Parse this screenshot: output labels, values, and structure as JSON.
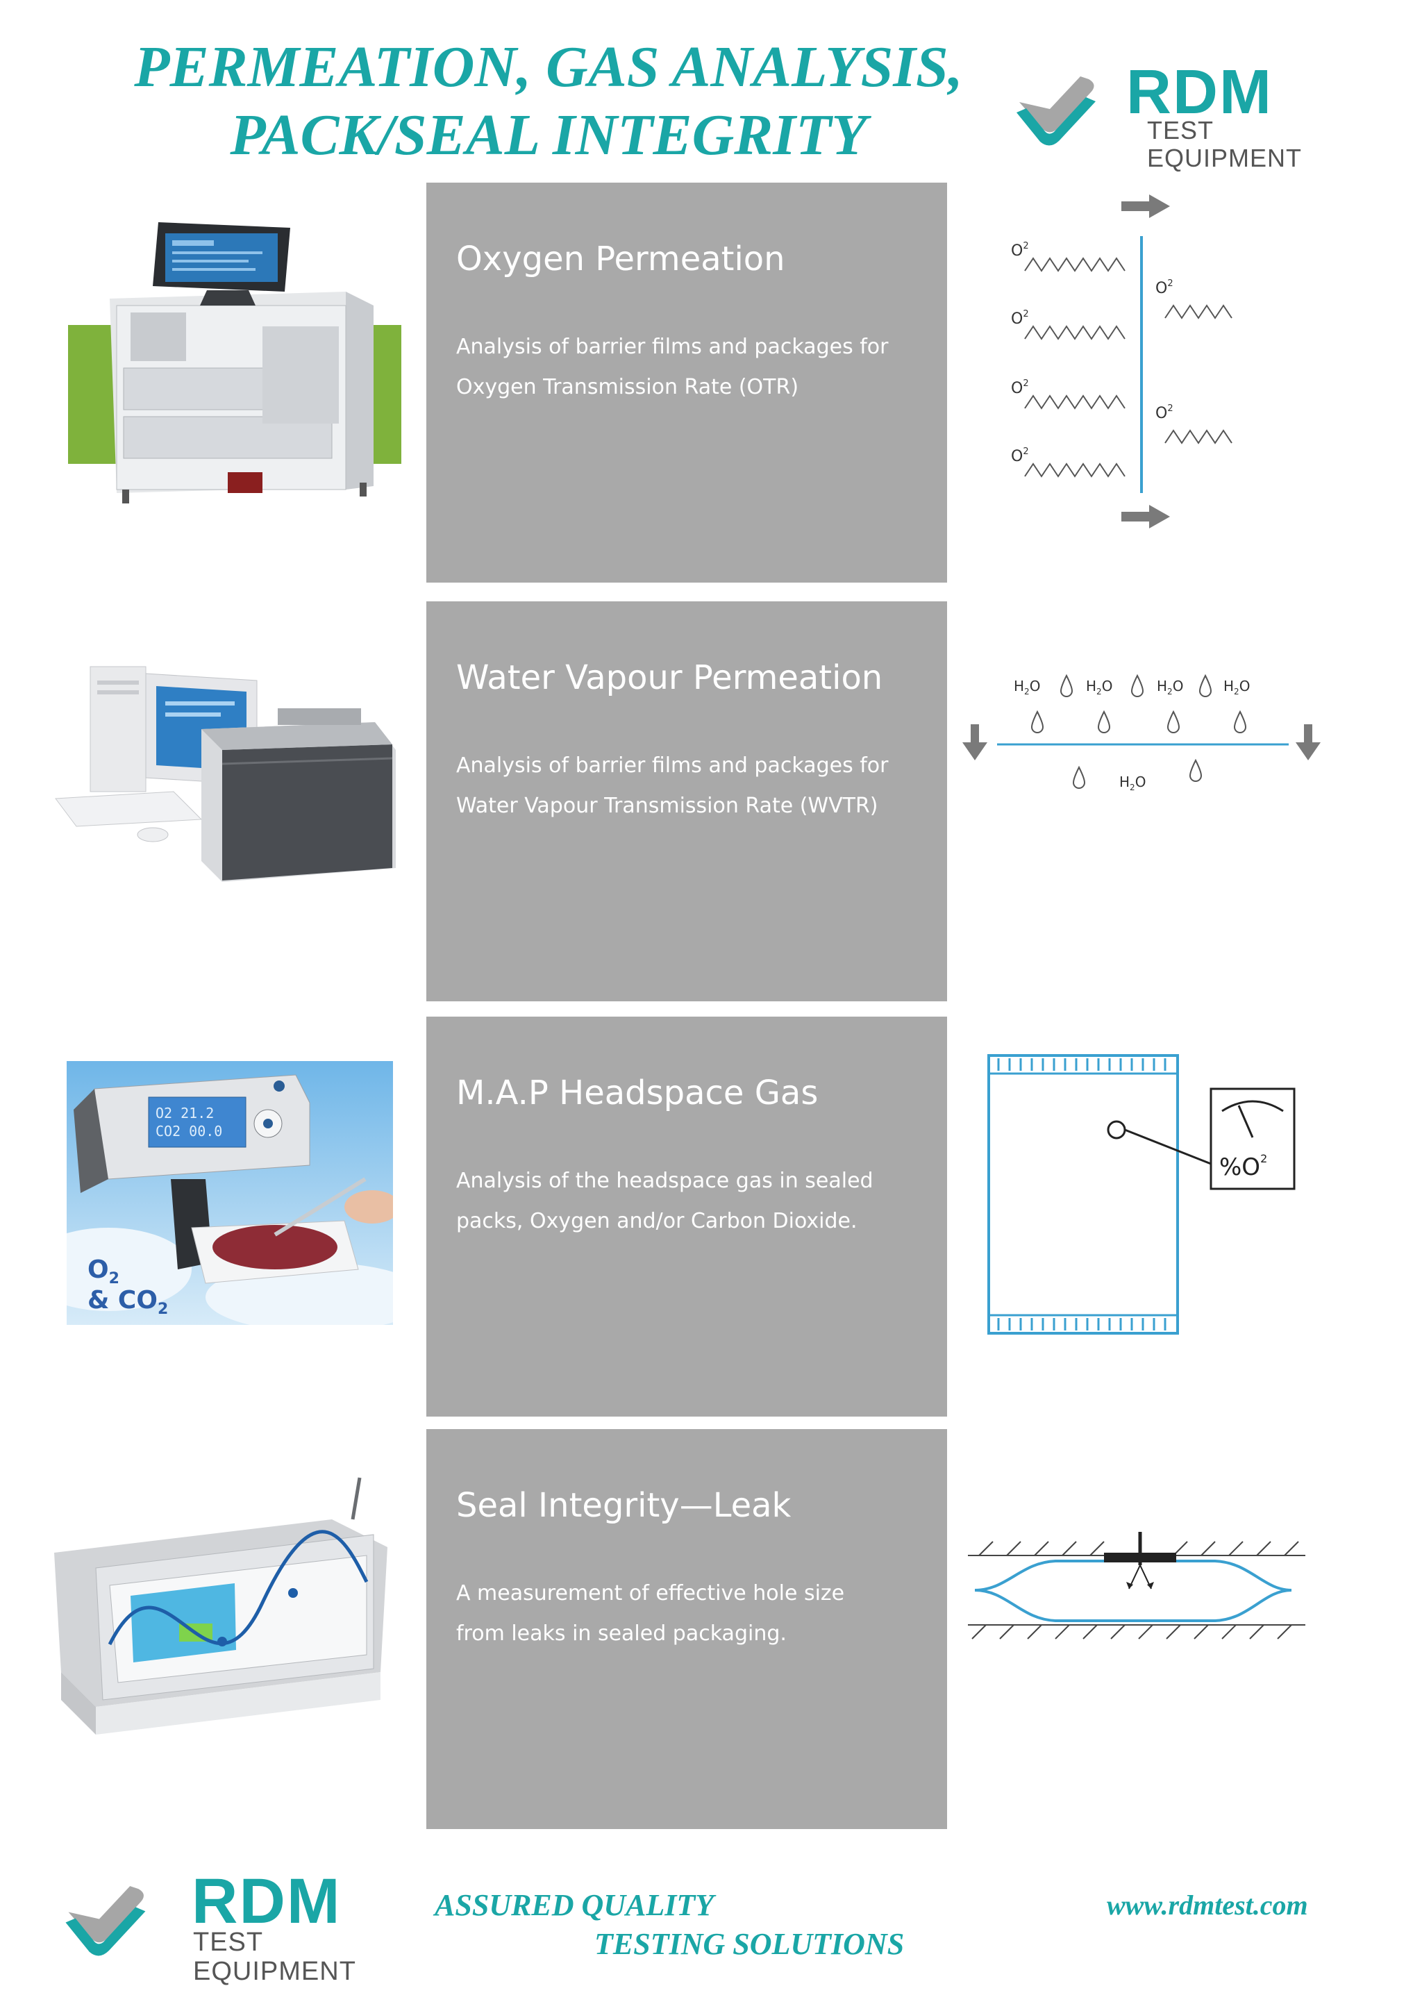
{
  "header": {
    "title_line1": "PERMEATION, GAS ANALYSIS,",
    "title_line2": "PACK/SEAL INTEGRITY"
  },
  "logo": {
    "word": "RDM",
    "sub": "TEST EQUIPMENT"
  },
  "sections": [
    {
      "title": "Oxygen Permeation",
      "desc_line1": "Analysis of barrier films and packages for",
      "desc_line2": "Oxygen Transmission Rate (OTR)",
      "diagram_labels": {
        "o": "O",
        "sup": "2"
      }
    },
    {
      "title": "Water Vapour Permeation",
      "desc_line1": "Analysis of barrier films and packages for",
      "desc_line2": "Water Vapour Transmission Rate (WVTR)",
      "diagram_labels": {
        "h": "H",
        "sub": "2",
        "o": "O"
      }
    },
    {
      "title": "M.A.P Headspace Gas",
      "desc_line1": "Analysis of the headspace gas in sealed",
      "desc_line2": "packs, Oxygen and/or Carbon Dioxide.",
      "photo_labels": {
        "o2": "O",
        "o2_sub": "2",
        "amp": "& CO",
        "co2_sub": "2",
        "lcd_1": "O2  21.2",
        "lcd_2": "CO2 00.0"
      },
      "diagram_labels": {
        "gauge": "%O",
        "gauge_sup": "2"
      }
    },
    {
      "title": "Seal Integrity—Leak",
      "desc_line1": "A measurement of effective hole size",
      "desc_line2": "from leaks in sealed packaging."
    }
  ],
  "footer": {
    "tagline_line1": "ASSURED QUALITY",
    "tagline_line2": "TESTING SOLUTIONS",
    "url": "www.rdmtest.com"
  },
  "colors": {
    "accent": "#1aa6a6",
    "panel": "#a9a9a9",
    "diagram_blue": "#3aa0d0",
    "arrow_gray": "#7a7a7a"
  }
}
